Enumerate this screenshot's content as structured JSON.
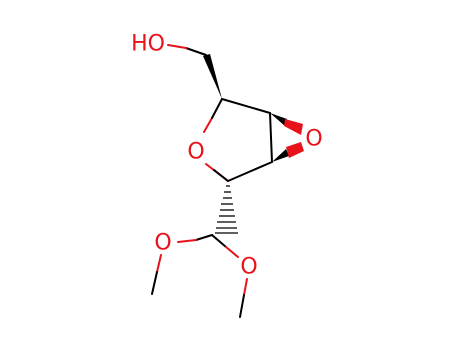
{
  "molecule": {
    "atoms": {
      "hydroxyl": "HO",
      "ring_oxygen": "O",
      "epoxide_oxygen": "O",
      "methoxy_oxygen_1": "O",
      "methoxy_oxygen_2": "O"
    },
    "colors": {
      "carbon_bond": "#000000",
      "oxygen": "#e8121b",
      "background": "#ffffff"
    }
  }
}
